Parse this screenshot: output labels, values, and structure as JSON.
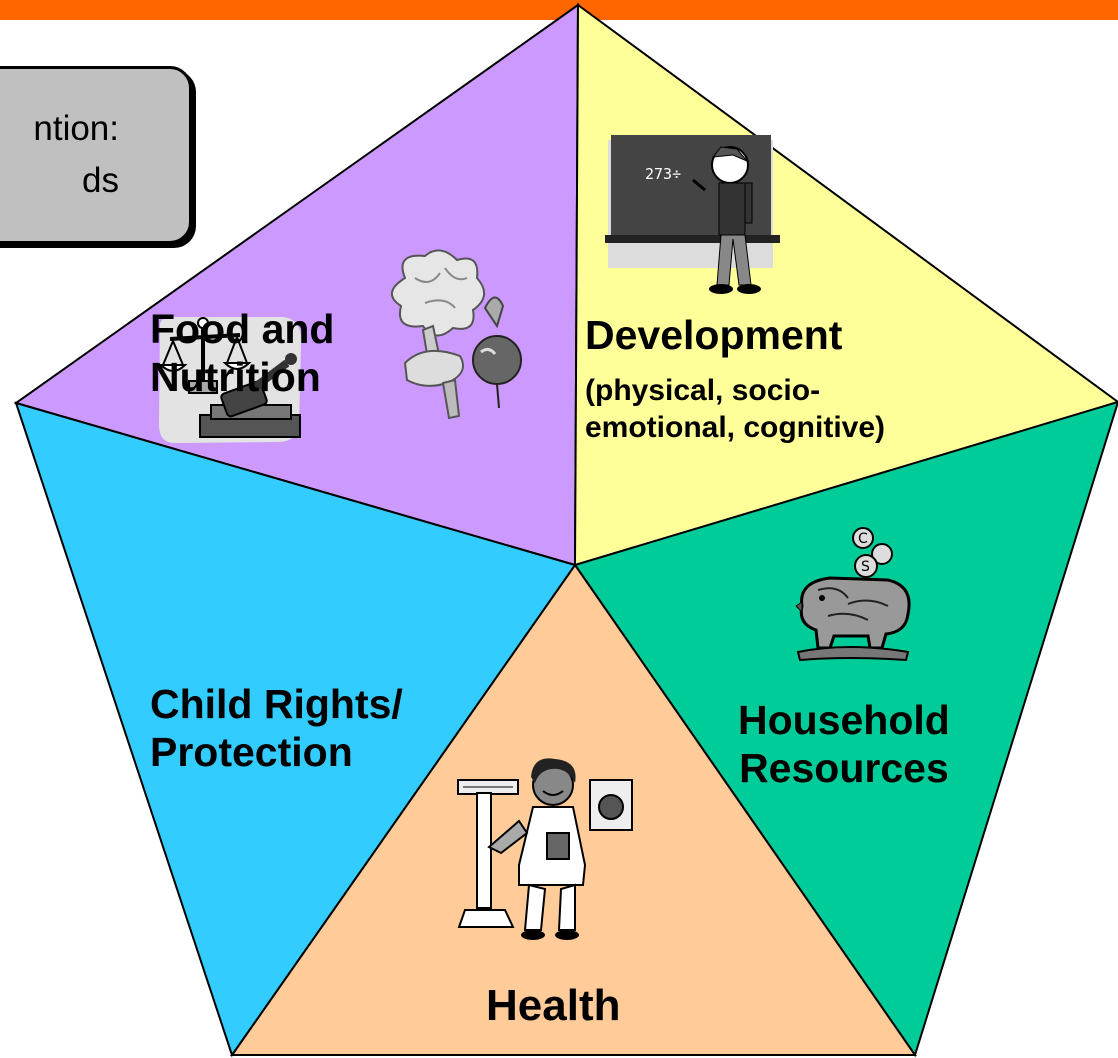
{
  "callout": {
    "line1": "ntion:",
    "line2": "ds"
  },
  "segments": {
    "food": {
      "line1": "Food and",
      "line2": "Nutrition",
      "color": "#cc99ff"
    },
    "development": {
      "title": "Development",
      "sub1": "(physical, socio-",
      "sub2": "emotional, cognitive)",
      "color": "#ffff99"
    },
    "household": {
      "line1": "Household",
      "line2": "Resources",
      "color": "#00cc99"
    },
    "health": {
      "label": "Health",
      "color": "#ffcc99"
    },
    "child": {
      "line1": "Child Rights/",
      "line2": "Protection",
      "color": "#33ccff"
    }
  },
  "colors": {
    "top_bar": "#ff6600",
    "outline": "#000000"
  },
  "icons": [
    "vegetables-clipart",
    "teacher-chalkboard-clipart",
    "scales-gavel-clipart",
    "piggy-bank-coins-clipart",
    "nurse-scale-clipart"
  ]
}
